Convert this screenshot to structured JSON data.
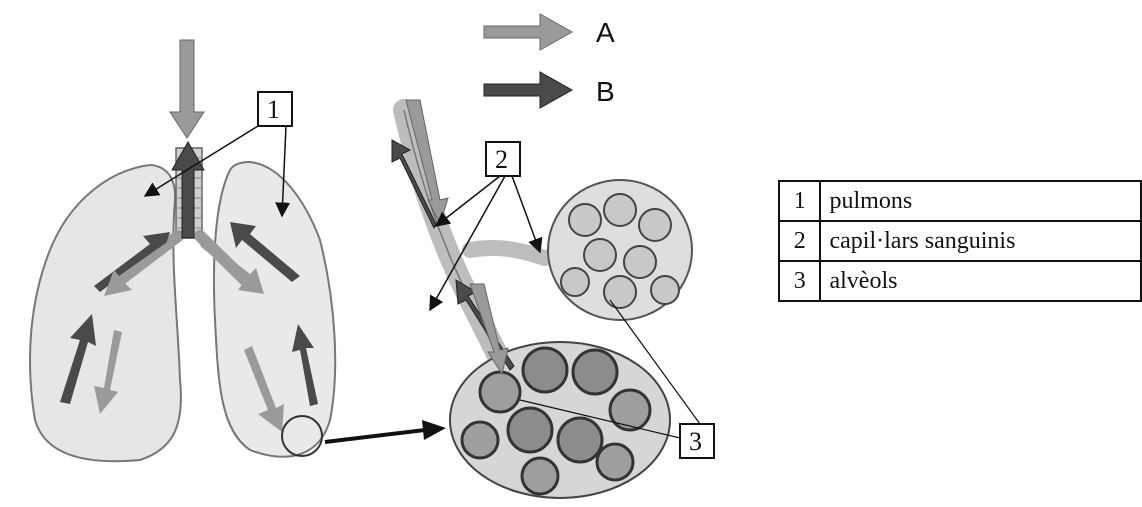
{
  "legend": {
    "A": "A",
    "B": "B",
    "color_A": "#9a9a9a",
    "color_B": "#4a4a4a"
  },
  "callouts": [
    "1",
    "2",
    "3"
  ],
  "key_table": [
    {
      "num": "1",
      "label": "pulmons"
    },
    {
      "num": "2",
      "label": "capil·lars sanguinis"
    },
    {
      "num": "3",
      "label": "alvèols"
    }
  ]
}
